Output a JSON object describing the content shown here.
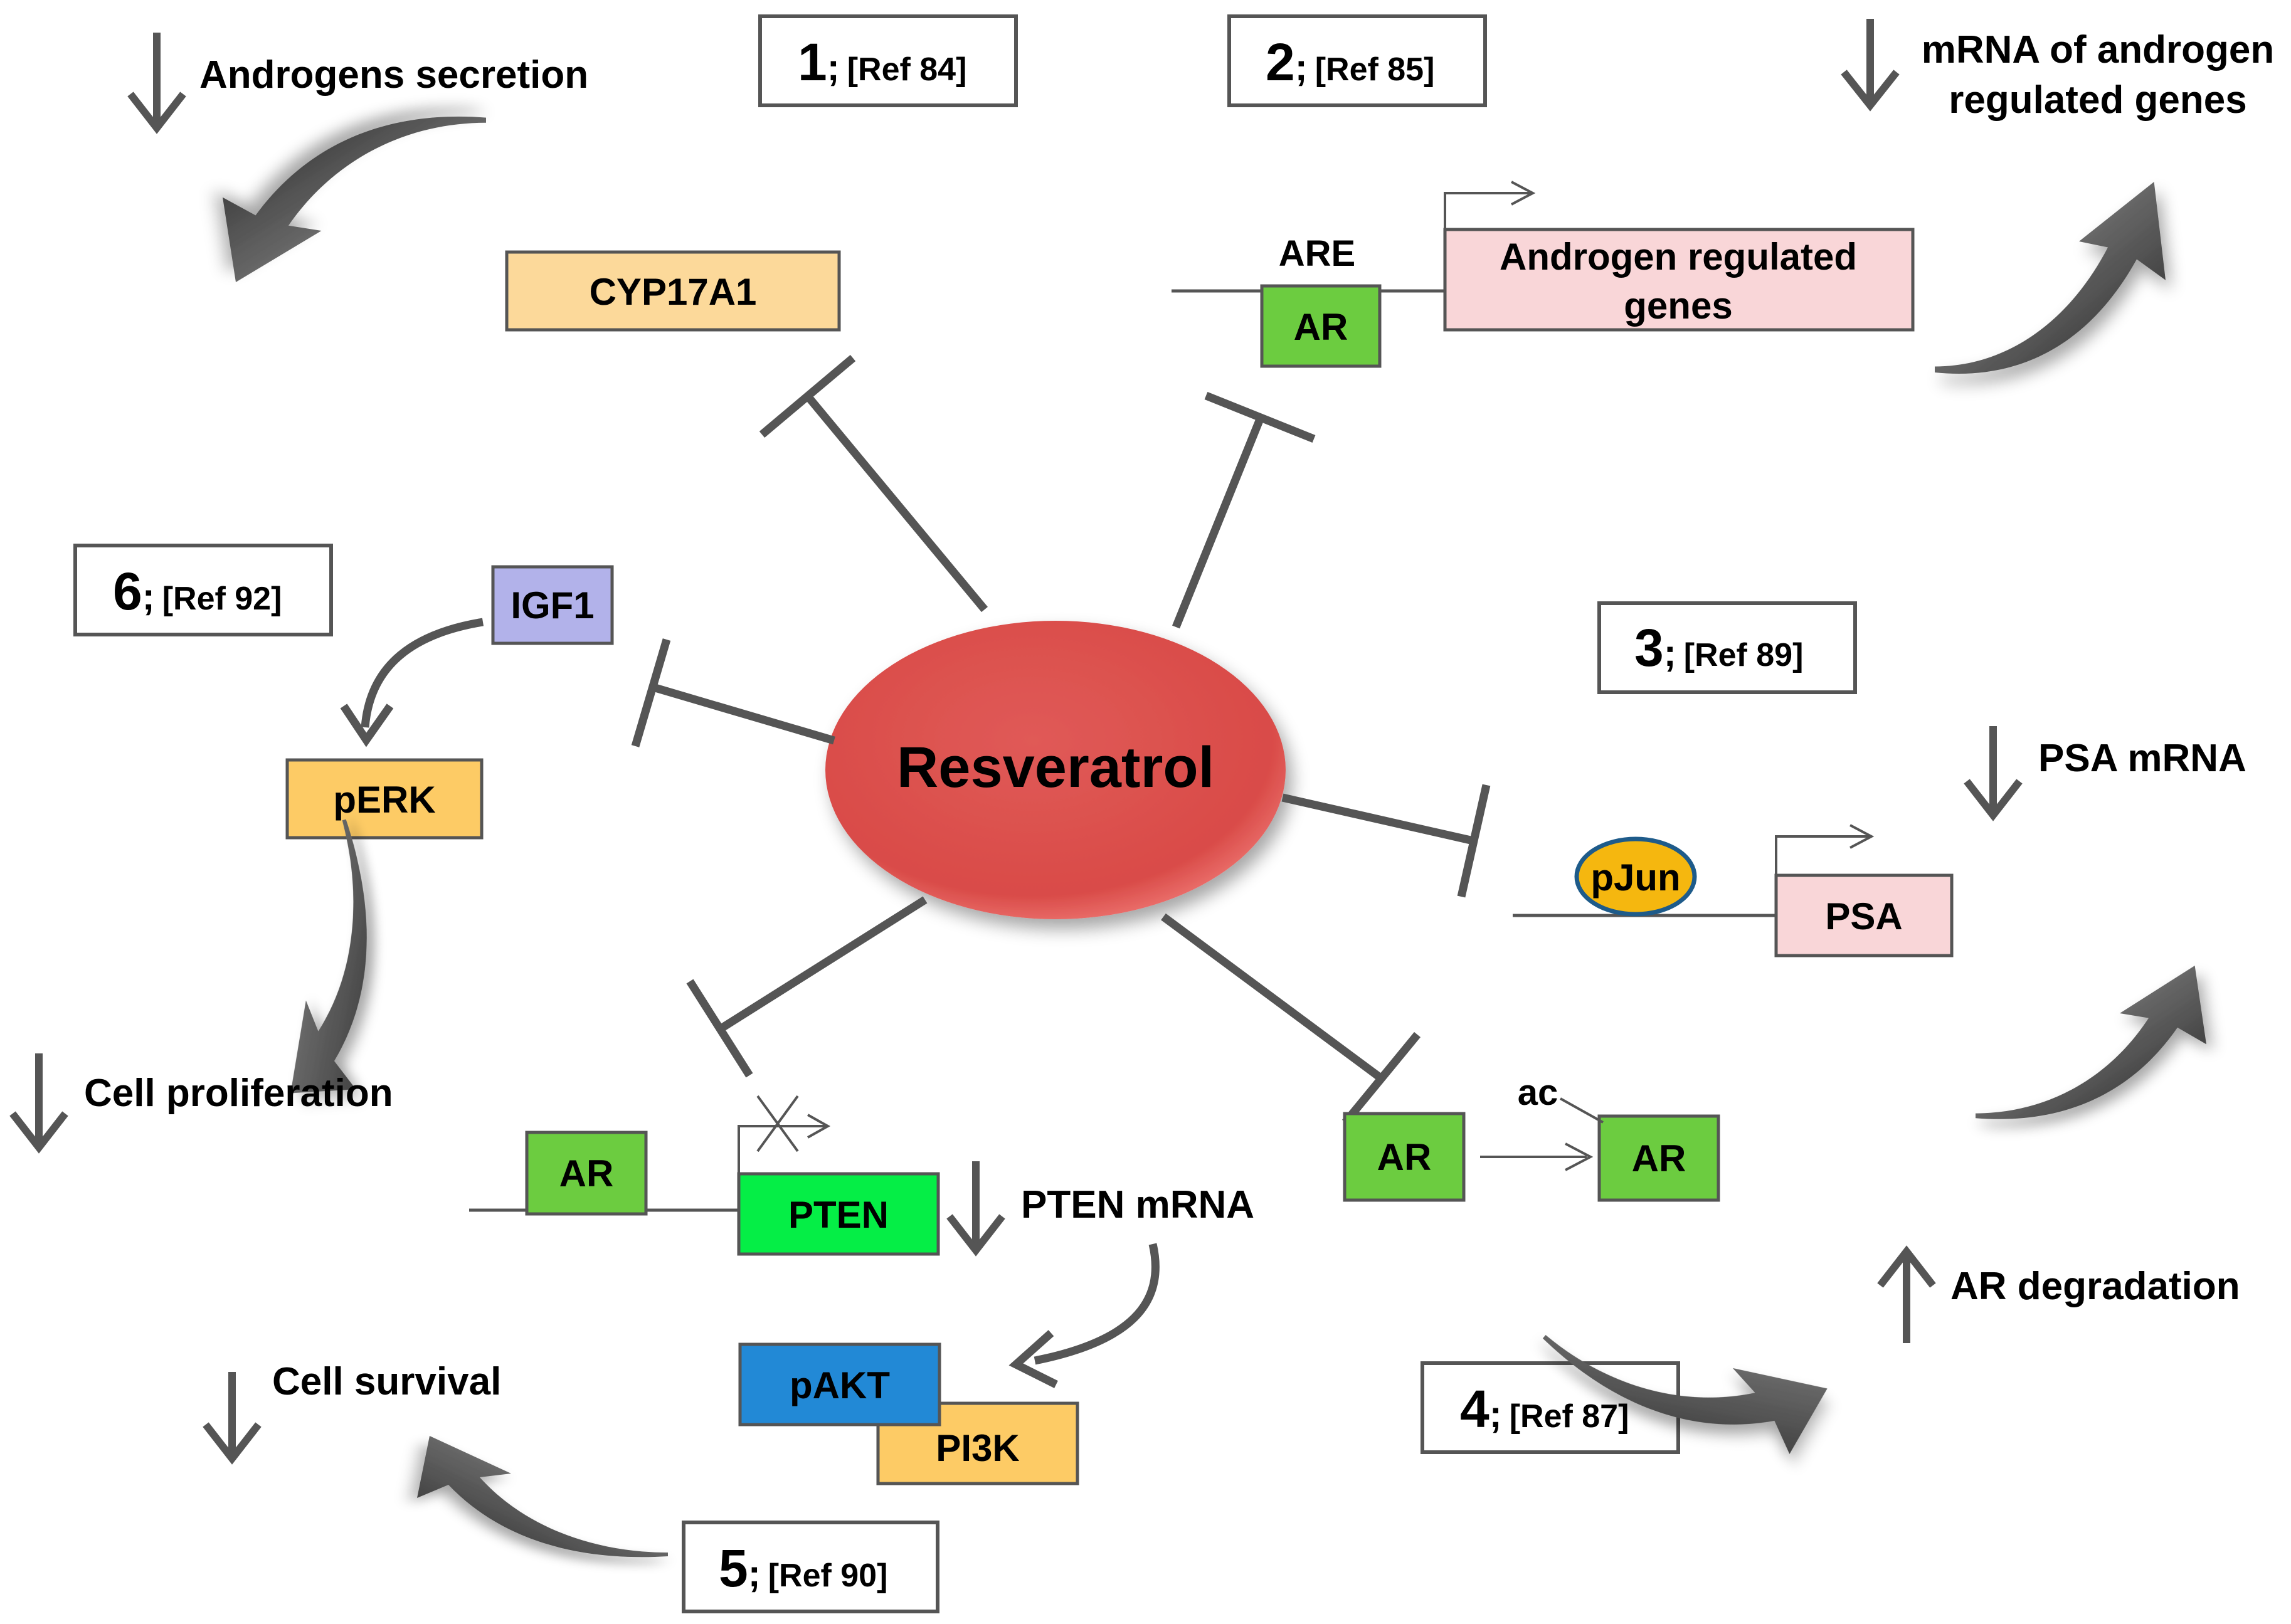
{
  "center": {
    "label": "Resveratrol"
  },
  "refs": {
    "r1": {
      "num": "1",
      "sep": ";",
      "ref": "[Ref 84]"
    },
    "r2": {
      "num": "2",
      "sep": ";",
      "ref": "[Ref 85]"
    },
    "r3": {
      "num": "3",
      "sep": ";",
      "ref": "[Ref 89]"
    },
    "r4": {
      "num": "4",
      "sep": ";",
      "ref": "[Ref 87]"
    },
    "r5": {
      "num": "5",
      "sep": ";",
      "ref": "[Ref 90]"
    },
    "r6": {
      "num": "6",
      "sep": ";",
      "ref": "[Ref 92]"
    }
  },
  "boxes": {
    "cyp17a1": "CYP17A1",
    "ar_are": "AR",
    "androgen_genes_line1": "Androgen regulated",
    "androgen_genes_line2": "genes",
    "igf1": "IGF1",
    "perk": "pERK",
    "pjun": "pJun",
    "psa": "PSA",
    "ar_pten": "AR",
    "pten": "PTEN",
    "pakt": "pAKT",
    "pi3k": "PI3K",
    "ar_left": "AR",
    "ar_right": "AR"
  },
  "labels": {
    "are": "ARE",
    "ac": "ac",
    "androgens_secretion": "Androgens secretion",
    "mrna_line1": "mRNA of androgen",
    "mrna_line2": "regulated genes",
    "psa_mrna": "PSA mRNA",
    "cell_proliferation": "Cell proliferation",
    "pten_mrna": "PTEN mRNA",
    "cell_survival": "Cell survival",
    "ar_degradation": "AR degradation"
  },
  "colors": {
    "resveratrol": "#d94b48",
    "cyp17a1": "#fcd99a",
    "ar": "#6ccc40",
    "androgen_genes": "#f9d6d8",
    "igf1": "#b2b2ea",
    "perk": "#fdcb65",
    "pjun": "#f5b70f",
    "psa": "#f9d6d8",
    "pten": "#05ee46",
    "pakt": "#2289d6",
    "pi3k": "#fdcb65",
    "arrows": "#555555"
  },
  "icons": [
    "down-arrow-icon",
    "up-arrow-icon",
    "curved-arrow-icon",
    "inhibition-bar-icon",
    "transcription-start-icon",
    "blocked-transcription-icon"
  ]
}
